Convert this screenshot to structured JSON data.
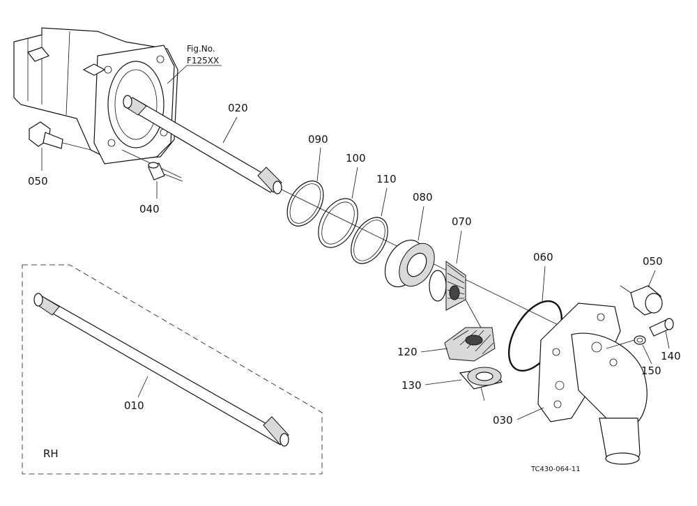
{
  "figure_ref": {
    "line1": "Fig.No.",
    "line2": "F125XX"
  },
  "side_label": "RH",
  "drawing_code": "TC430-064-11",
  "parts": {
    "p010": "010",
    "p020": "020",
    "p030": "030",
    "p040": "040",
    "p050_left": "050",
    "p050_right": "050",
    "p060": "060",
    "p070": "070",
    "p080": "080",
    "p090": "090",
    "p100": "100",
    "p110": "110",
    "p120": "120",
    "p130": "130",
    "p140": "140",
    "p150": "150"
  }
}
